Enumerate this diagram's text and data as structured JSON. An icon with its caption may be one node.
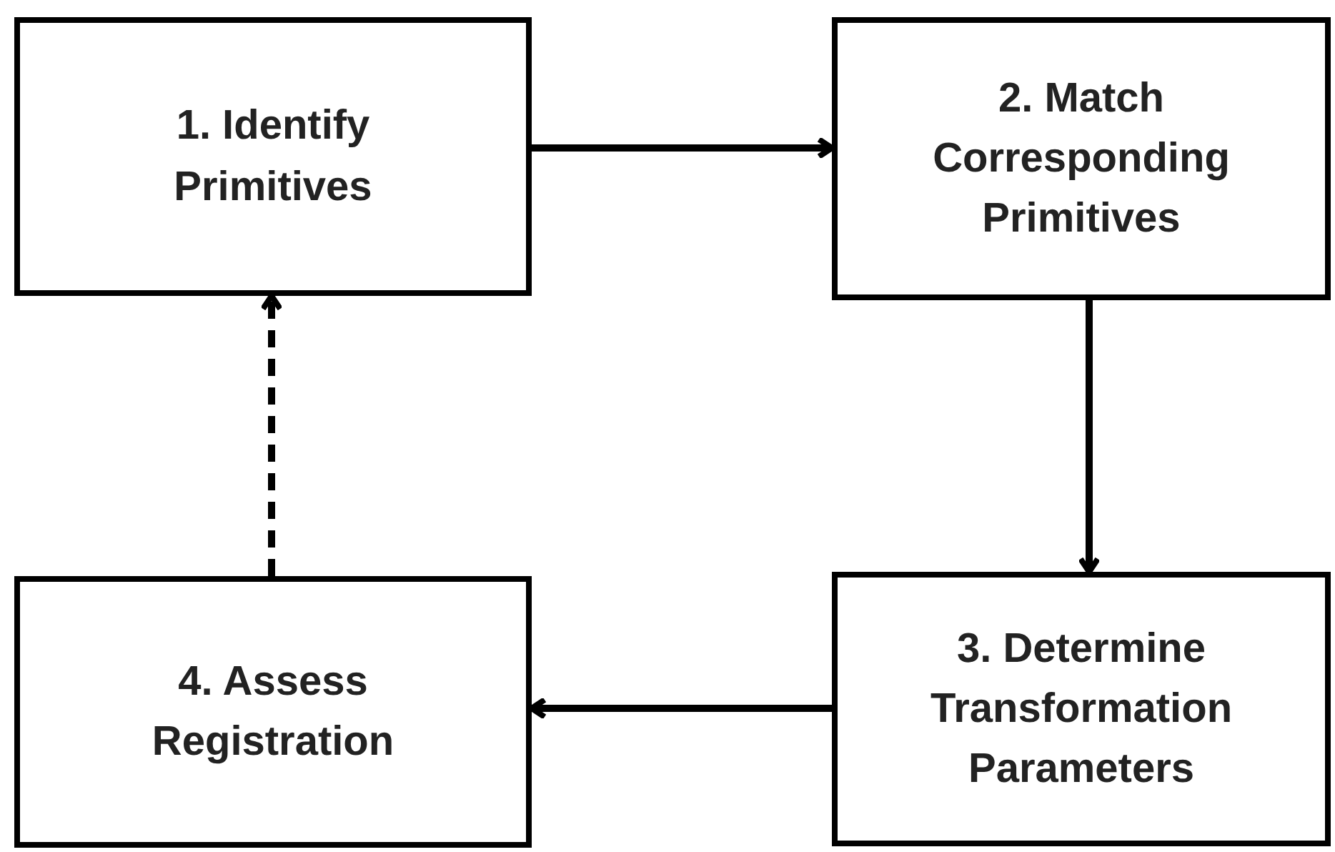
{
  "diagram": {
    "nodes": [
      {
        "text": [
          "1. Identify Primitives"
        ]
      },
      {
        "text": [
          "2. Match Corresponding Primitives"
        ]
      },
      {
        "text": [
          "3. Determine Transformation Parameters"
        ]
      },
      {
        "text": [
          "4. Assess Registration"
        ]
      }
    ],
    "edges": [
      {
        "from": 0,
        "to": 1,
        "arrow": "to"
      },
      {
        "from": 1,
        "to": 2,
        "arrow": "to"
      },
      {
        "from": 2,
        "to": 3,
        "arrow": "to"
      },
      {
        "from": 3,
        "to": 0,
        "arrow": "to",
        "style": "dashed"
      }
    ]
  }
}
